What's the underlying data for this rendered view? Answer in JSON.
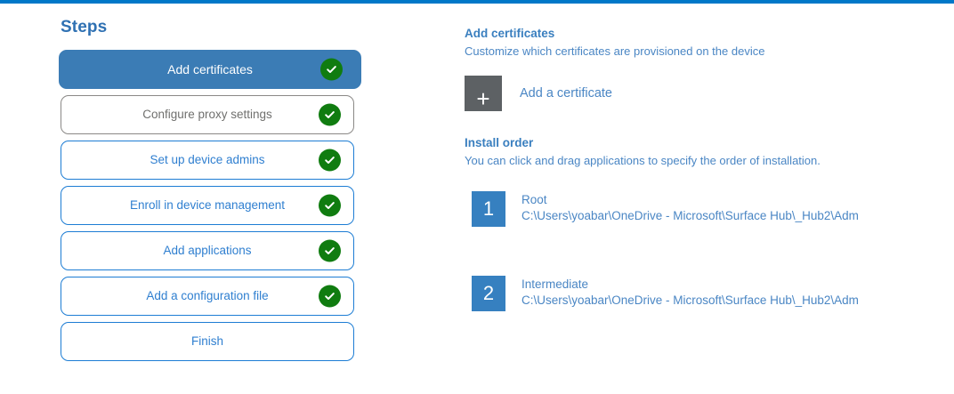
{
  "theme": {
    "accent_bar": "#0078c8",
    "primary_blue": "#3b7cb5",
    "link_blue": "#4a86c4",
    "success_green": "#107c10",
    "tile_gray": "#5d6164",
    "muted_gray": "#70706e"
  },
  "steps_pane": {
    "heading": "Steps",
    "items": [
      {
        "label": "Add certificates",
        "state": "selected",
        "complete": true,
        "check_icon": "check-circle-icon"
      },
      {
        "label": "Configure proxy settings",
        "state": "muted",
        "complete": true,
        "check_icon": "check-circle-icon"
      },
      {
        "label": "Set up device admins",
        "state": "default",
        "complete": true,
        "check_icon": "check-circle-icon"
      },
      {
        "label": "Enroll in device management",
        "state": "default",
        "complete": true,
        "check_icon": "check-circle-icon"
      },
      {
        "label": "Add applications",
        "state": "default",
        "complete": true,
        "check_icon": "check-circle-icon"
      },
      {
        "label": "Add a configuration file",
        "state": "default",
        "complete": true,
        "check_icon": "check-circle-icon"
      },
      {
        "label": "Finish",
        "state": "default",
        "complete": false,
        "check_icon": ""
      }
    ]
  },
  "detail_pane": {
    "certificates_section": {
      "title": "Add certificates",
      "subtitle": "Customize which certificates are provisioned on the device",
      "add_button": {
        "icon": "plus-icon",
        "glyph": "+",
        "label": "Add a certificate"
      }
    },
    "install_order_section": {
      "title": "Install order",
      "subtitle": "You can click and drag applications to specify the order of installation.",
      "items": [
        {
          "order": "1",
          "name": "Root",
          "path": "C:\\Users\\yoabar\\OneDrive - Microsoft\\Surface Hub\\_Hub2\\Adm"
        },
        {
          "order": "2",
          "name": "Intermediate",
          "path": "C:\\Users\\yoabar\\OneDrive - Microsoft\\Surface Hub\\_Hub2\\Adm"
        }
      ]
    }
  }
}
